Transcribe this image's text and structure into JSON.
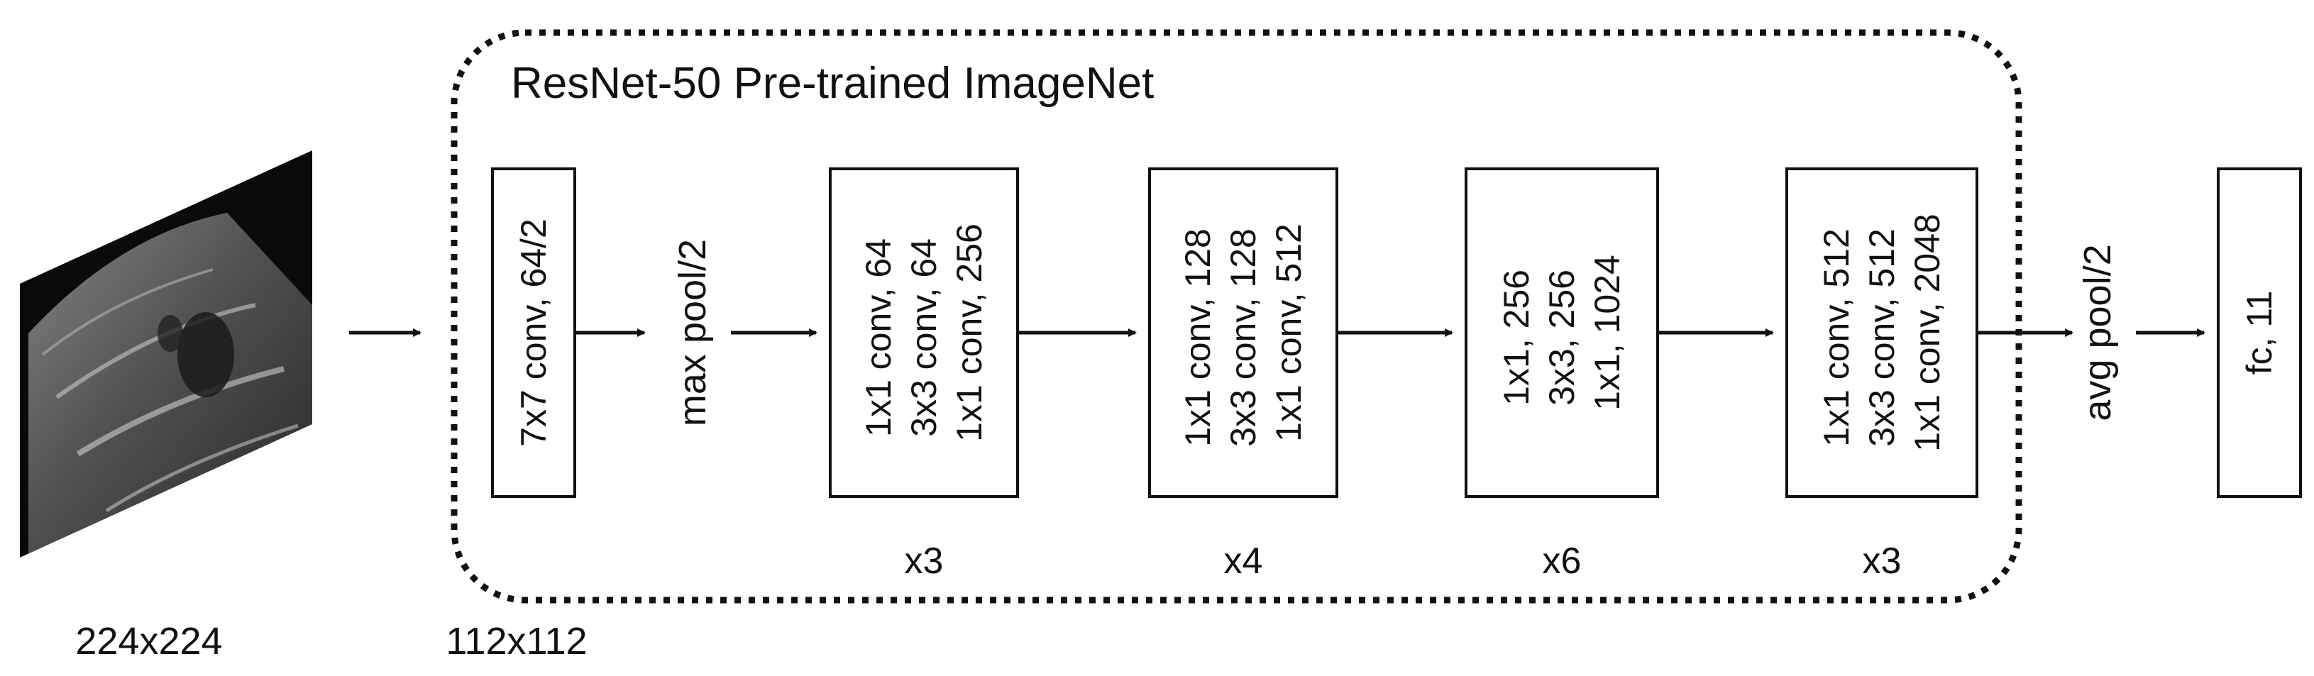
{
  "title": "ResNet-50 Pre-trained ImageNet",
  "input_size": "224x224",
  "stem_size": "112x112",
  "blocks": [
    {
      "lines": [
        "7x7 conv, 64/2"
      ]
    },
    {
      "lines": [
        "1x1 conv, 64",
        "3x3 conv, 64",
        "1x1 conv, 256"
      ],
      "repeat": "x3"
    },
    {
      "lines": [
        "1x1 conv, 128",
        "3x3 conv, 128",
        "1x1 conv, 512"
      ],
      "repeat": "x4"
    },
    {
      "lines": [
        "1x1, 256",
        "3x3, 256",
        "1x1, 1024"
      ],
      "repeat": "x6"
    },
    {
      "lines": [
        "1x1 conv, 512",
        "3x3 conv, 512",
        "1x1 conv, 2048"
      ],
      "repeat": "x3"
    },
    {
      "lines": [
        "fc, 11"
      ]
    }
  ],
  "max_pool_label": "max pool/2",
  "avg_pool_label": "avg pool/2",
  "colors": {
    "stroke": "#111111",
    "image_bg": "#0a0a0a"
  }
}
